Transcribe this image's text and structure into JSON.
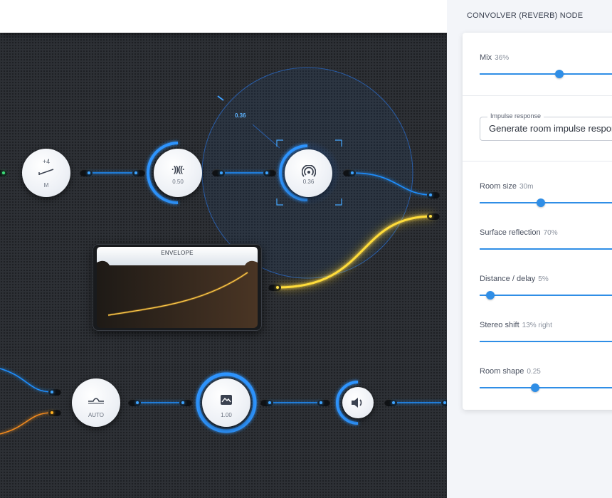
{
  "nodes": {
    "pitch": {
      "top_label": "+4",
      "bottom_label": "M"
    },
    "stereo": {
      "value": "0.50"
    },
    "convolver": {
      "value": "0.36",
      "dial_readout": "0.36"
    },
    "envelope": {
      "title": "ENVELOPE"
    },
    "compressor": {
      "label": "AUTO"
    },
    "equalizer": {
      "value": "1.00"
    }
  },
  "panel": {
    "title": "CONVOLVER (REVERB) NODE",
    "mix": {
      "label": "Mix",
      "value_text": "36%",
      "value": 0.36
    },
    "impulse": {
      "legend": "Impulse response",
      "value": "Generate room impulse response"
    },
    "room_size": {
      "label": "Room size",
      "value_text": "30m",
      "value": 0.3
    },
    "surface_reflection": {
      "label": "Surface reflection",
      "value_text": "70%",
      "value": 0.7
    },
    "distance_delay": {
      "label": "Distance / delay",
      "value_text": "5%",
      "value": 0.05
    },
    "stereo_shift": {
      "label": "Stereo shift",
      "value_text": "13% right",
      "value": 0.13
    },
    "room_shape": {
      "label": "Room shape",
      "value_text": "0.25",
      "value": 0.25
    }
  },
  "colors": {
    "accent": "#2f8ee6",
    "wire_blue": "#1f8fff",
    "wire_yellow": "#ffcc22",
    "wire_orange": "#f28a1c",
    "port_green": "#3ddc7a"
  },
  "icons": {
    "pitch": "pitch-slope-icon",
    "stereo": "stereo-wave-icon",
    "convolver": "reverb-rings-icon",
    "compressor": "compressor-curve-icon",
    "equalizer": "image-equalizer-icon",
    "volume": "speaker-icon"
  }
}
